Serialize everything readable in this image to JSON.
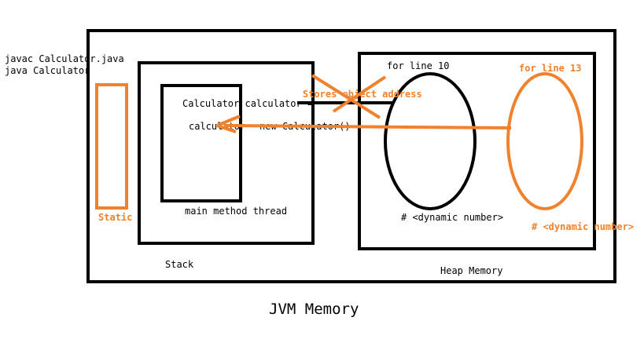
{
  "commands": {
    "compile": "javac Calculator.java",
    "run": "java Calculator"
  },
  "labels": {
    "static": "Static",
    "stack": "Stack",
    "main_thread": "main method thread",
    "heap": "Heap Memory",
    "jvm": "JVM Memory",
    "declaration": "Calculator calculator =",
    "reference_var": "calculator",
    "new_expr": "new Calculator()",
    "stores_address": "Stores object address",
    "line10": "for line 10",
    "line13": "for line 13",
    "dynamic_black": "# <dynamic number>",
    "dynamic_orange": "# <dynamic number>"
  },
  "colors": {
    "ink": "#000000",
    "accent": "#f0822d"
  }
}
